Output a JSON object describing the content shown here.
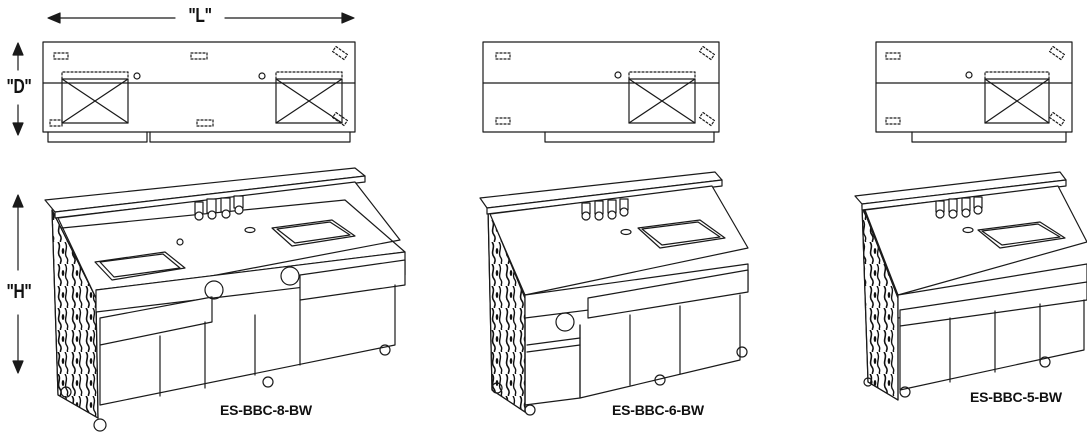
{
  "dimensions": {
    "length_label": "\"L\"",
    "depth_label": "\"D\"",
    "height_label": "\"H\""
  },
  "models": [
    {
      "name": "ES-BBC-8-BW",
      "sinks": 2
    },
    {
      "name": "ES-BBC-6-BW",
      "sinks": 1
    },
    {
      "name": "ES-BBC-5-BW",
      "sinks": 1
    }
  ],
  "colors": {
    "line": "#1a1a1a",
    "background": "#ffffff",
    "wall": "#9a9a9a"
  }
}
